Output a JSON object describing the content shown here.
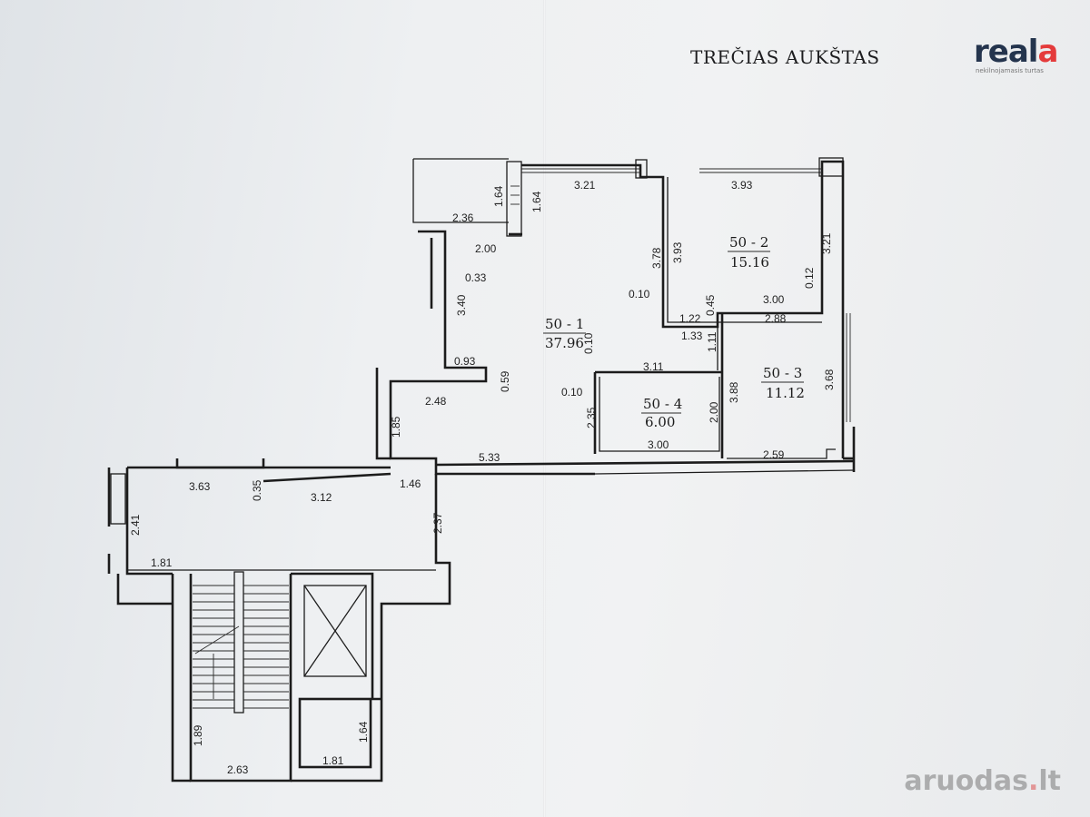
{
  "header": {
    "title": "TREČIAS AUKŠTAS"
  },
  "logo": {
    "text_main": "real",
    "text_accent": "a",
    "subtitle": "nekilnojamasis turtas"
  },
  "watermark": {
    "text_main": "aruodas",
    "text_dot": ".",
    "text_tld": "lt"
  },
  "rooms": [
    {
      "id": "50 - 1",
      "area": "37.96"
    },
    {
      "id": "50 - 2",
      "area": "15.16"
    },
    {
      "id": "50 - 3",
      "area": "11.12"
    },
    {
      "id": "50 - 4",
      "area": "6.00"
    }
  ],
  "dimensions": [
    "3.21",
    "3.93",
    "1.64",
    "1.64",
    "2.36",
    "2.00",
    "0.33",
    "3.40",
    "3.78",
    "3.93",
    "3.21",
    "0.12",
    "0.10",
    "0.45",
    "3.00",
    "1.22",
    "1.33",
    "2.88",
    "1.11",
    "0.10",
    "3.11",
    "0.10",
    "0.93",
    "0.59",
    "2.48",
    "1.85",
    "2.35",
    "2.00",
    "3.88",
    "3.68",
    "3.00",
    "2.59",
    "5.33",
    "3.63",
    "0.35",
    "3.12",
    "1.46",
    "2.41",
    "2.37",
    "1.81",
    "1.89",
    "2.63",
    "1.81",
    "1.64"
  ],
  "colors": {
    "wall": "#1c1c1c",
    "logo_dark": "#24344d",
    "logo_accent": "#e43b3b"
  }
}
